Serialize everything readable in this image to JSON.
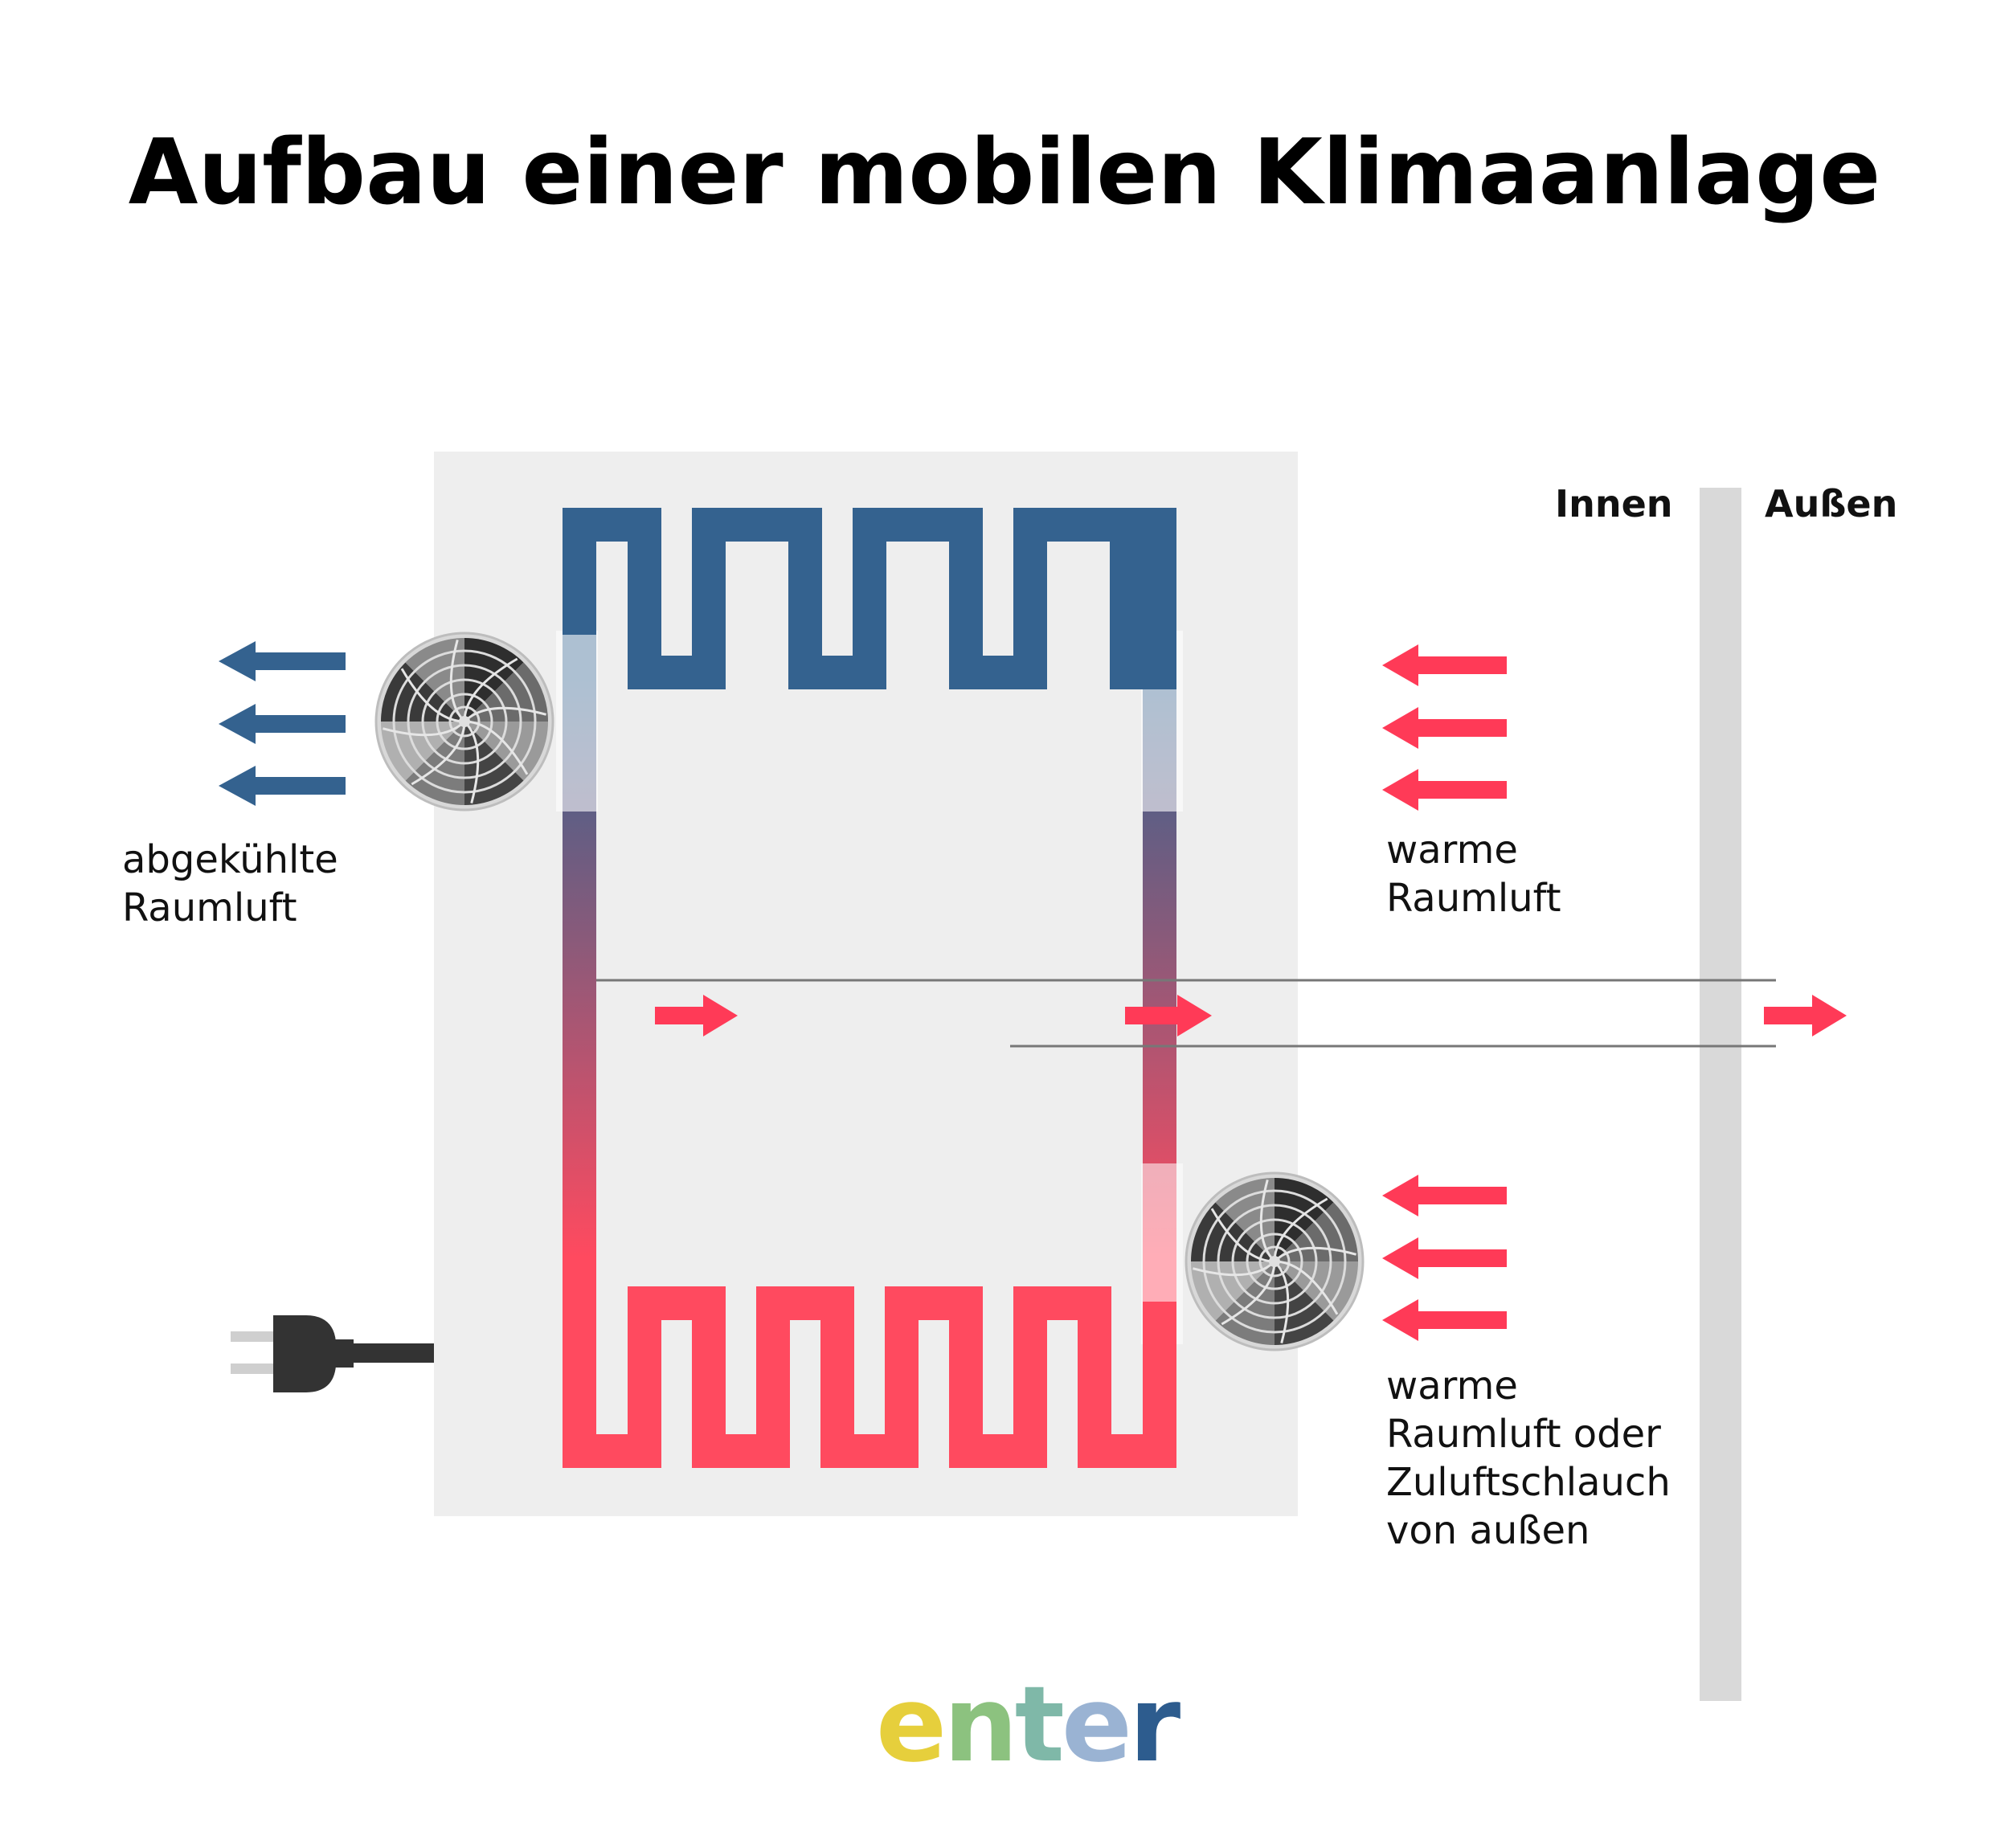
{
  "title": "Aufbau einer mobilen Klimaanlage",
  "labels": {
    "inside": "Innen",
    "outside": "Außen",
    "cooled_air": "abgekühlte\nRaumluft",
    "warm_air_top": "warme\nRaumluft",
    "warm_air_bottom": "warme\nRaumluft oder\nZuluftschlauch\nvon außen"
  },
  "brand": {
    "text": "enter",
    "letters": [
      "e",
      "n",
      "t",
      "e",
      "r"
    ],
    "colors": [
      "#e6cf3c",
      "#8cc27f",
      "#7fb8a8",
      "#9ab3d3",
      "#2d5c8e"
    ]
  },
  "colors": {
    "cold": "#34628f",
    "hot": "#ff4a5f",
    "warm_arrow": "#ff3a57",
    "unit_bg": "#eeeeee",
    "wall": "#d9d9d9",
    "plug": "#333333",
    "pipe_line": "#777777"
  },
  "icons": {
    "fan": "fan-icon",
    "plug": "power-plug-icon",
    "arrow": "arrow-icon"
  }
}
